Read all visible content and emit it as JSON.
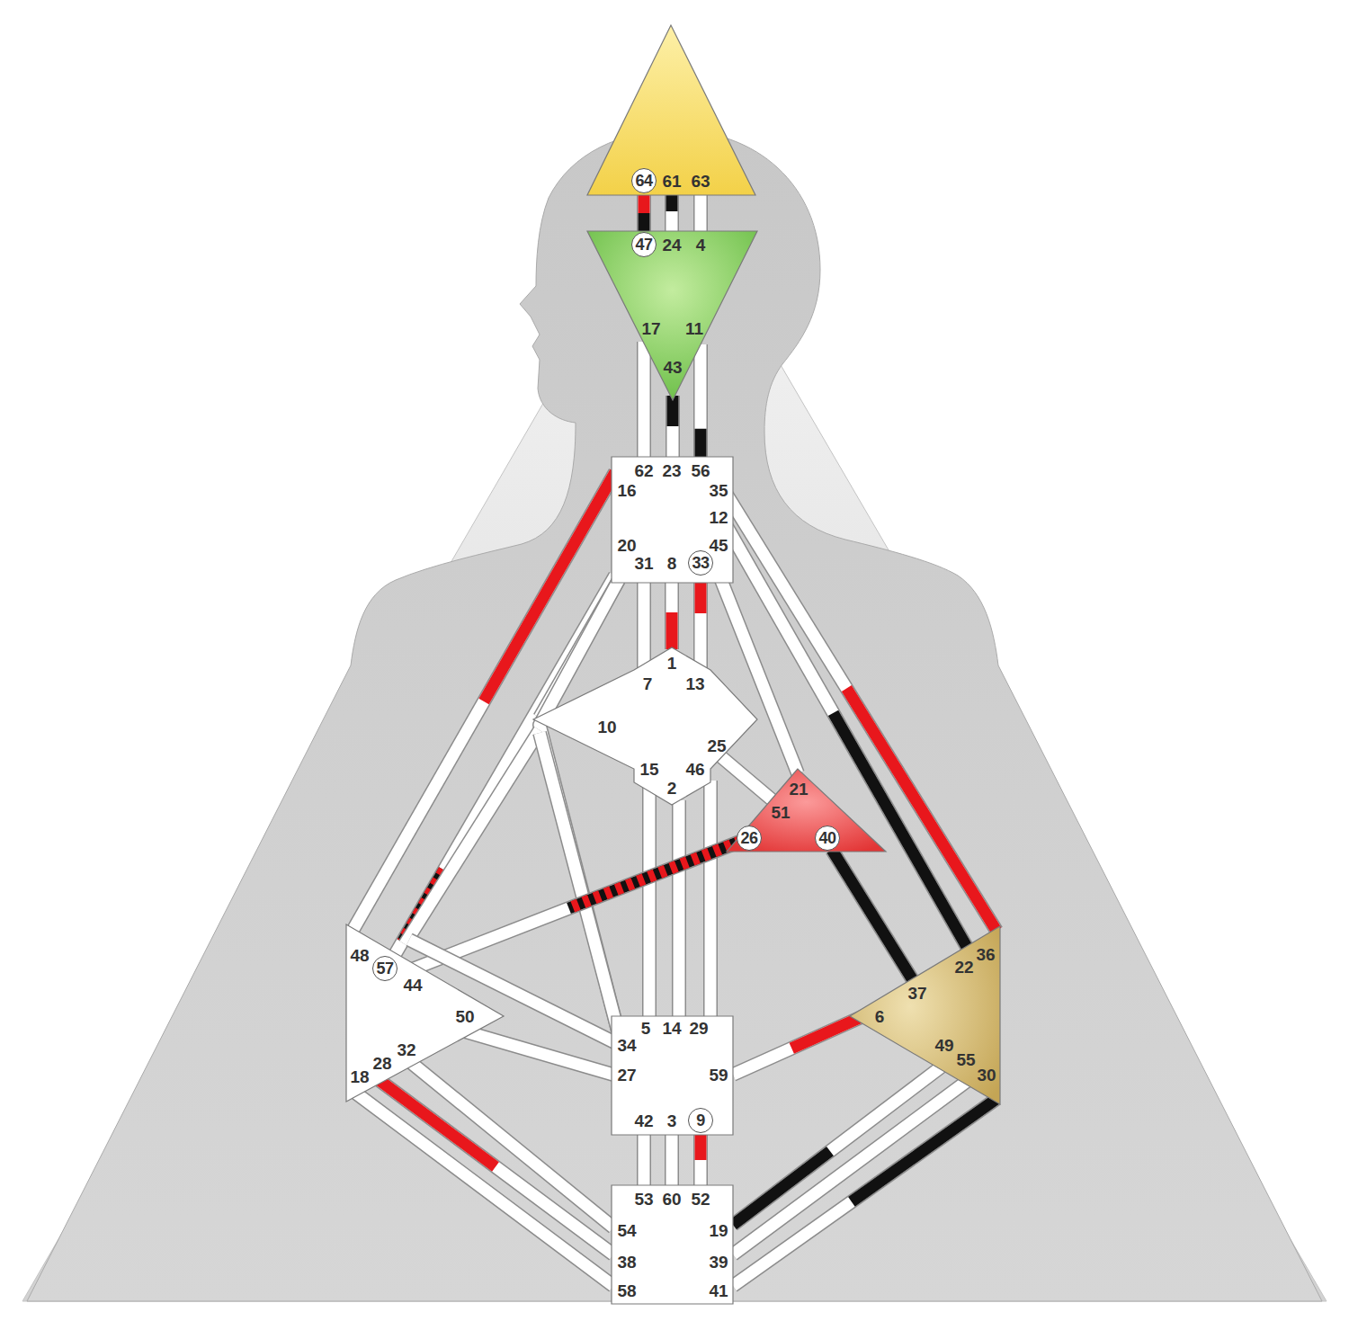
{
  "diagram": {
    "nodes": [
      {
        "text": [
          "64",
          "61",
          "63"
        ]
      },
      {
        "text": [
          "47",
          "24",
          "4",
          "17",
          "11",
          "43"
        ]
      },
      {
        "text": [
          "62",
          "23",
          "56",
          "16",
          "35",
          "12",
          "20",
          "45",
          "31",
          "8",
          "33"
        ]
      },
      {
        "text": [
          "1",
          "7",
          "13",
          "10",
          "25",
          "15",
          "46",
          "2"
        ]
      },
      {
        "text": [
          "21",
          "51",
          "26",
          "40"
        ]
      },
      {
        "text": [
          "48",
          "57",
          "44",
          "50",
          "32",
          "28",
          "18"
        ]
      },
      {
        "text": [
          "5",
          "14",
          "29",
          "34",
          "27",
          "59",
          "42",
          "3",
          "9"
        ]
      },
      {
        "text": [
          "36",
          "22",
          "37",
          "6",
          "49",
          "55",
          "30"
        ]
      },
      {
        "text": [
          "53",
          "60",
          "52",
          "54",
          "19",
          "38",
          "39",
          "58",
          "41"
        ]
      }
    ],
    "edges": [
      {
        "from": 0,
        "to": 1,
        "arrow": "none"
      },
      {
        "from": 0,
        "to": 1,
        "arrow": "none"
      },
      {
        "from": 0,
        "to": 1,
        "arrow": "none"
      },
      {
        "from": 1,
        "to": 2,
        "arrow": "none"
      },
      {
        "from": 1,
        "to": 2,
        "arrow": "none"
      },
      {
        "from": 1,
        "to": 2,
        "arrow": "none"
      },
      {
        "from": 2,
        "to": 3,
        "arrow": "none"
      },
      {
        "from": 2,
        "to": 3,
        "arrow": "none"
      },
      {
        "from": 2,
        "to": 3,
        "arrow": "none"
      },
      {
        "from": 2,
        "to": 5,
        "arrow": "none"
      },
      {
        "from": 2,
        "to": 5,
        "arrow": "none"
      },
      {
        "from": 2,
        "to": 3,
        "arrow": "none"
      },
      {
        "from": 2,
        "to": 6,
        "arrow": "none"
      },
      {
        "from": 2,
        "to": 4,
        "arrow": "none"
      },
      {
        "from": 2,
        "to": 7,
        "arrow": "none"
      },
      {
        "from": 2,
        "to": 7,
        "arrow": "none"
      },
      {
        "from": 3,
        "to": 4,
        "arrow": "none"
      },
      {
        "from": 3,
        "to": 5,
        "arrow": "none"
      },
      {
        "from": 3,
        "to": 6,
        "arrow": "none"
      },
      {
        "from": 3,
        "to": 6,
        "arrow": "none"
      },
      {
        "from": 3,
        "to": 6,
        "arrow": "none"
      },
      {
        "from": 3,
        "to": 6,
        "arrow": "none"
      },
      {
        "from": 4,
        "to": 5,
        "arrow": "none"
      },
      {
        "from": 4,
        "to": 7,
        "arrow": "none"
      },
      {
        "from": 5,
        "to": 6,
        "arrow": "none"
      },
      {
        "from": 5,
        "to": 6,
        "arrow": "none"
      },
      {
        "from": 6,
        "to": 7,
        "arrow": "none"
      },
      {
        "from": 6,
        "to": 8,
        "arrow": "none"
      },
      {
        "from": 6,
        "to": 8,
        "arrow": "none"
      },
      {
        "from": 6,
        "to": 8,
        "arrow": "none"
      },
      {
        "from": 5,
        "to": 8,
        "arrow": "none"
      },
      {
        "from": 5,
        "to": 8,
        "arrow": "none"
      },
      {
        "from": 5,
        "to": 8,
        "arrow": "none"
      },
      {
        "from": 8,
        "to": 7,
        "arrow": "none"
      },
      {
        "from": 8,
        "to": 7,
        "arrow": "none"
      },
      {
        "from": 8,
        "to": 7,
        "arrow": "none"
      }
    ]
  }
}
